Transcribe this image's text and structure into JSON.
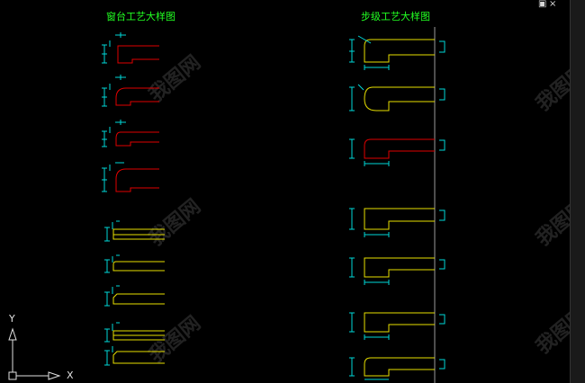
{
  "window": {
    "controls": {
      "restore_glyph": "▣",
      "close_glyph": "×"
    }
  },
  "drawing": {
    "left_title": "窗台工艺大样图",
    "right_title": "步级工艺大样图"
  },
  "ucs": {
    "x_label": "X",
    "y_label": "Y"
  },
  "watermark": {
    "text": "我图网"
  },
  "colors": {
    "background": "#000000",
    "title": "#22ff22",
    "sill_red": "#e00000",
    "step_yellow": "#e8e000",
    "dimension_cyan": "#00d8d8",
    "axis": "#e0e0e0"
  }
}
